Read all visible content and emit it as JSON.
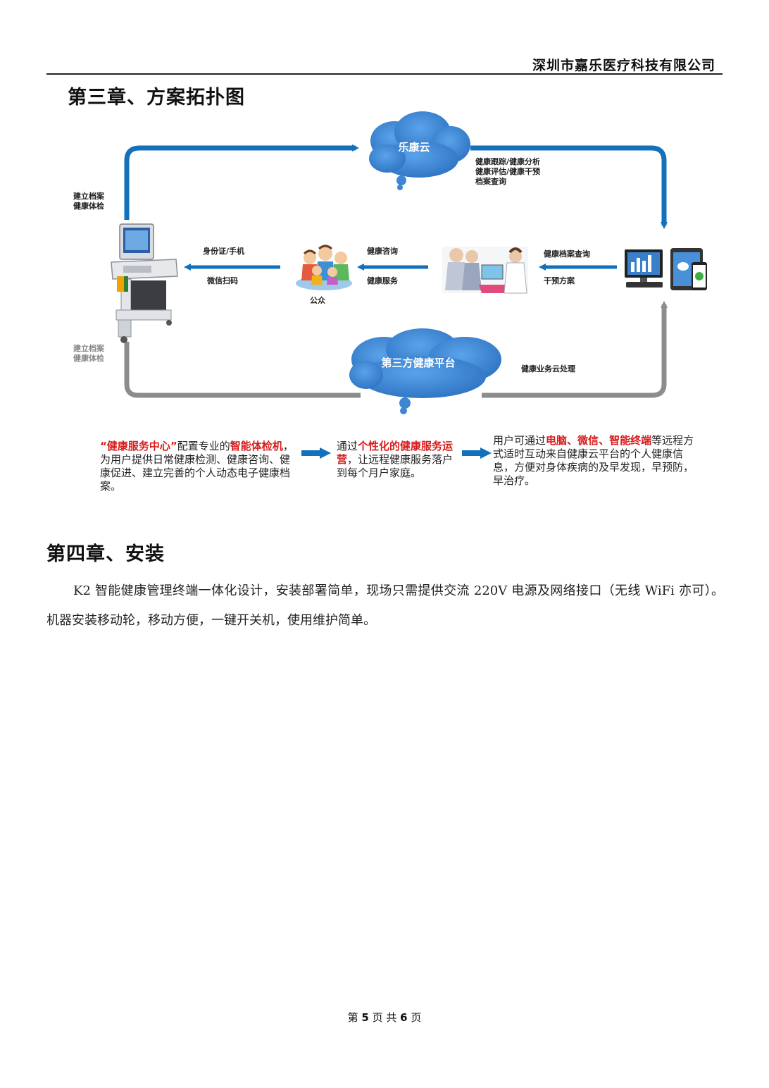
{
  "header": {
    "company": "深圳市嘉乐医疗科技有限公司"
  },
  "chapter3": {
    "title": "第三章、方案拓扑图"
  },
  "diagram": {
    "cloud_top": "乐康云",
    "cloud_bottom": "第三方健康平台",
    "top_right_labels": [
      "健康跟踪/健康分析",
      "健康评估/健康干预",
      "档案查询"
    ],
    "left_top_labels": [
      "建立档案",
      "健康体检"
    ],
    "left_bottom_labels": [
      "建立档案",
      "健康体检"
    ],
    "arrow1_labels": [
      "身份证/手机",
      "微信扫码"
    ],
    "arrow2_labels": [
      "健康咨询",
      "健康服务"
    ],
    "arrow3_labels": [
      "健康档案查询",
      "干预方案"
    ],
    "public_label": "公众",
    "bottom_right_label": "健康业务云处理",
    "colors": {
      "blue": "#1370bb",
      "gray": "#8c8c8c",
      "cloud": "#3e86d4",
      "red": "#d81b1b"
    }
  },
  "descriptions": {
    "d1": {
      "quote": "“健康服务中心”",
      "t1": "配置专业的",
      "em": "智能体检机",
      "t2": "，为用户提供日常健康检测、健康咨询、健康促进、建立完善的个人动态电子健康档案。"
    },
    "d2": {
      "t1": "通过",
      "em": "个性化的健康服务运营",
      "t2": "，让远程健康服务落户到每个月户家庭。"
    },
    "d3": {
      "t1": "用户可通过",
      "em1": "电脑",
      "sep1": "、",
      "em2": "微信",
      "sep2": "、",
      "em3": "智能终端",
      "t2": "等远程方式适时互动来自健康云平台的个人健康信息，方便对身体疾病的及早发现，早预防，早治疗。"
    }
  },
  "chapter4": {
    "title": "第四章、安装",
    "paragraph": "K2 智能健康管理终端一体化设计，安装部署简单，现场只需提供交流 220V 电源及网络接口（无线 WiFi 亦可）。机器安装移动轮，移动方便，一键开关机，使用维护简单。"
  },
  "footer": {
    "pre": "第",
    "page": "5",
    "mid": "页 共",
    "total": "6",
    "post": "页"
  }
}
